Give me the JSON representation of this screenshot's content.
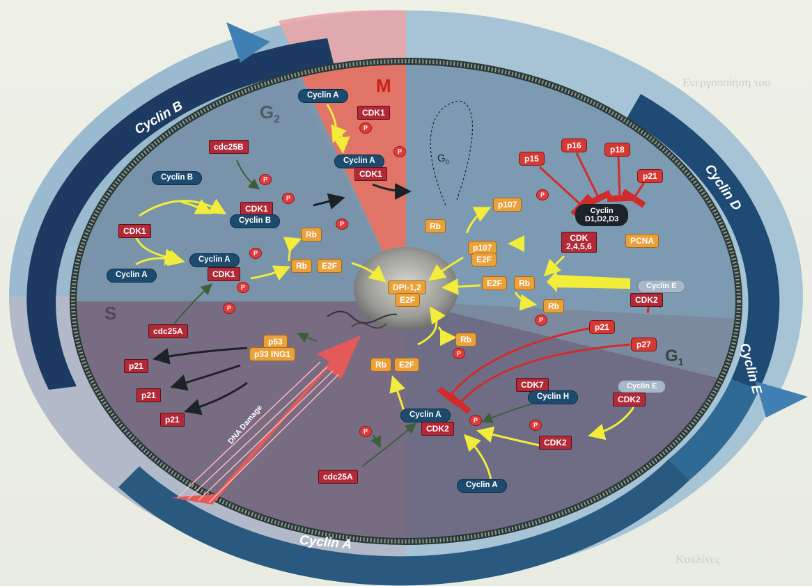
{
  "arc_labels": {
    "cyclin_b": "Cyclin B",
    "cyclin_d": "Cyclin D",
    "cyclin_e": "Cyclin E",
    "cyclin_a": "Cyclin A"
  },
  "phases": {
    "m": "M",
    "g2": "G2",
    "g0": "G0",
    "s": "S",
    "g1": "G1"
  },
  "nucleus": {
    "dp": "DPI-1,2",
    "e2f": "E2F"
  },
  "dna_damage": "DNA Damage",
  "background_text": {
    "heading1": "Ενεργοποίηση του",
    "heading2": "Κυκλίνες"
  },
  "labels": {
    "m_cyclin_a": "Cyclin A",
    "m_cdk1": "CDK1",
    "m_cyclin_a2": "Cyclin A",
    "m_cdk1_2": "CDK1",
    "cdc25b": "cdc25B",
    "g2_cyclin_b": "Cyclin B",
    "g2_cdk1_p": "CDK1",
    "g2_cyclin_b2": "Cyclin B",
    "g2_cdk1": "CDK1",
    "g2_cyclin_a": "Cyclin A",
    "g2_cyclin_a2": "Cyclin A",
    "g2_cdk1_2": "CDK1",
    "rb_top": "Rb",
    "rb_left": "Rb",
    "e2f_left": "E2F",
    "cdc25a_top": "cdc25A",
    "p53": "p53",
    "p33ing1": "p33 ING1",
    "p21_a": "p21",
    "p21_b": "p21",
    "p21_c": "p21",
    "rb_g0": "Rb",
    "p15": "p15",
    "p16": "p16",
    "p18": "p18",
    "p21_top": "p21",
    "p107_top": "p107",
    "cyclin_d": "Cyclin",
    "cyclin_d_sub": "D1,D2,D3",
    "cdk_2456": "CDK",
    "cdk_2456_sub": "2,4,5,6",
    "pcna": "PCNA",
    "p107_mid": "p107",
    "e2f_p107": "E2F",
    "e2f_right": "E2F",
    "rb_right": "Rb",
    "rb_right2": "Rb",
    "cyclin_e_top": "Cyclin E",
    "cdk2_top": "CDK2",
    "p21_right": "p21",
    "p27": "p27",
    "rb_low": "Rb",
    "rb_e2f_low": "Rb",
    "e2f_low": "E2F",
    "cdk7": "CDK7",
    "cyclin_h": "Cyclin H",
    "cyclin_e_low": "Cyclin E",
    "cdk2_low": "CDK2",
    "s_cyclin_a": "Cyclin A",
    "s_cdk2": "CDK2",
    "cdk2_alone": "CDK2",
    "cdc25a_low": "cdc25A",
    "cyclin_a_bottom": "Cyclin A"
  },
  "phosphate": "P"
}
